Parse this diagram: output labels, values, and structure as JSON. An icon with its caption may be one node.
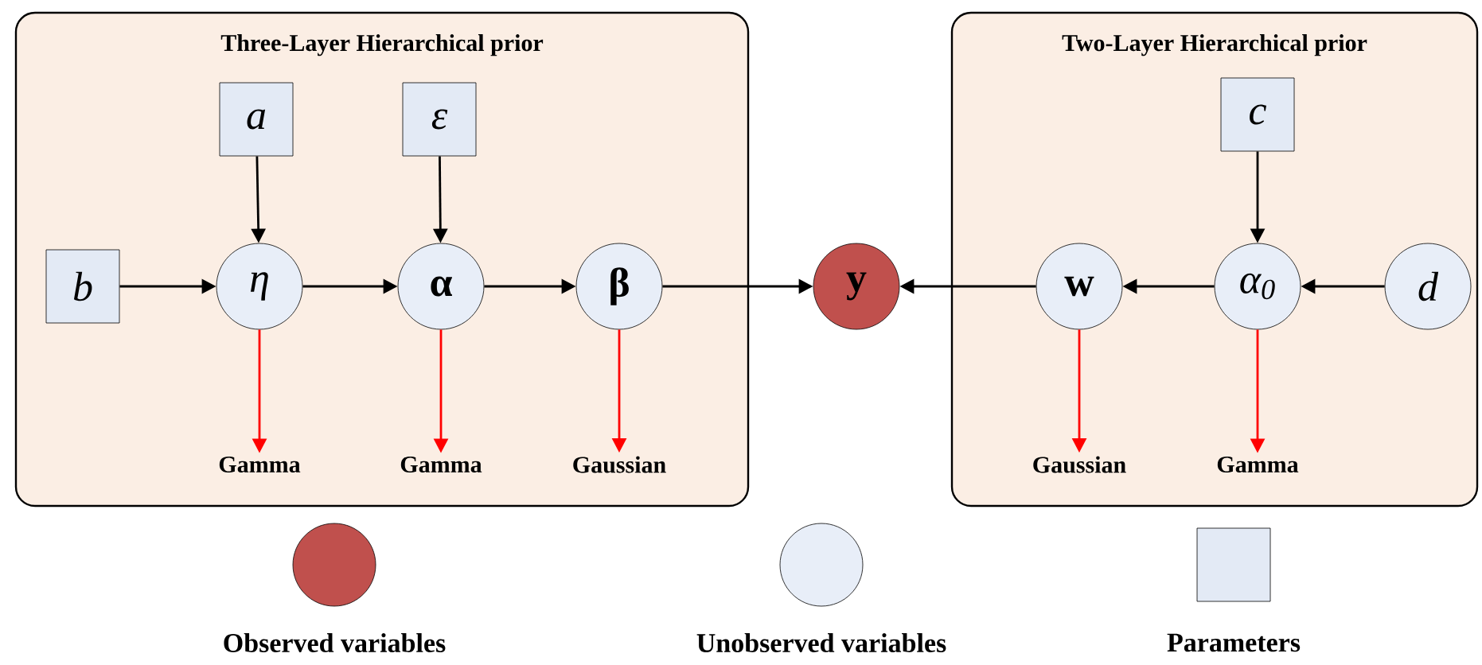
{
  "diagram": {
    "nodes": [
      {
        "text": [
          "Three-Layer Hierarchical prior"
        ]
      },
      {
        "text": [
          "a"
        ],
        "in": 0
      },
      {
        "text": [
          "ε"
        ],
        "in": 0
      },
      {
        "text": [
          "b"
        ],
        "in": 0
      },
      {
        "text": [
          "η"
        ],
        "in": 0
      },
      {
        "text": [
          "α"
        ],
        "in": 0
      },
      {
        "text": [
          "β"
        ],
        "in": 0
      },
      {
        "text": [
          "Gamma"
        ],
        "in": 0
      },
      {
        "text": [
          "Gamma"
        ],
        "in": 0
      },
      {
        "text": [
          "Gaussian"
        ],
        "in": 0
      },
      {
        "text": [
          "y"
        ]
      },
      {
        "text": [
          "Two-Layer Hierarchical prior"
        ]
      },
      {
        "text": [
          "c"
        ],
        "in": 11
      },
      {
        "text": [
          "w"
        ],
        "in": 11
      },
      {
        "text": [
          "α$_{0}$"
        ],
        "in": 11
      },
      {
        "text": [
          "d"
        ],
        "in": 11
      },
      {
        "text": [
          "Gaussian"
        ],
        "in": 11
      },
      {
        "text": [
          "Gamma"
        ],
        "in": 11
      }
    ],
    "edges": [
      {
        "from": 1,
        "to": 4,
        "arrow": "to"
      },
      {
        "from": 2,
        "to": 5,
        "arrow": "to"
      },
      {
        "from": 3,
        "to": 4,
        "arrow": "to"
      },
      {
        "from": 4,
        "to": 5,
        "arrow": "to"
      },
      {
        "from": 5,
        "to": 6,
        "arrow": "to"
      },
      {
        "from": 6,
        "to": 10,
        "arrow": "to"
      },
      {
        "from": 4,
        "to": 7,
        "arrow": "to",
        "color": "#ff0000"
      },
      {
        "from": 5,
        "to": 8,
        "arrow": "to",
        "color": "#ff0000"
      },
      {
        "from": 6,
        "to": 9,
        "arrow": "to",
        "color": "#ff0000"
      },
      {
        "from": 12,
        "to": 14,
        "arrow": "to"
      },
      {
        "from": 15,
        "to": 14,
        "arrow": "to"
      },
      {
        "from": 14,
        "to": 13,
        "arrow": "to"
      },
      {
        "from": 13,
        "to": 10,
        "arrow": "to"
      },
      {
        "from": 13,
        "to": 16,
        "arrow": "to",
        "color": "#ff0000"
      },
      {
        "from": 14,
        "to": 17,
        "arrow": "to",
        "color": "#ff0000"
      }
    ],
    "legend": [
      {
        "text": "Observed variables",
        "color": "#c0504d"
      },
      {
        "text": "Unobserved variables",
        "color": "#e8eef8"
      },
      {
        "text": "Parameters",
        "color": "#e3eaf5"
      }
    ]
  }
}
